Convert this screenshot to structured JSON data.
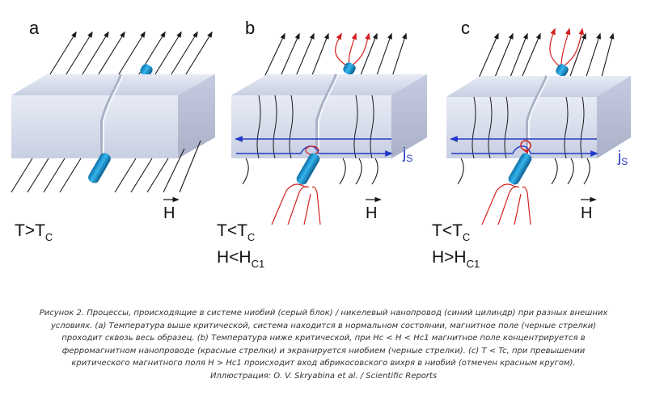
{
  "panels": [
    {
      "label": "a",
      "conditions": [
        {
          "main": "T>T",
          "sub": "C"
        }
      ],
      "field_label": "H",
      "current_label": null
    },
    {
      "label": "b",
      "conditions": [
        {
          "main": "T<T",
          "sub": "C"
        },
        {
          "main": "H<H",
          "sub": "C1"
        }
      ],
      "field_label": "H",
      "current_label": {
        "main": "j",
        "sub": "S"
      }
    },
    {
      "label": "c",
      "conditions": [
        {
          "main": "T<T",
          "sub": "C"
        },
        {
          "main": "H>H",
          "sub": "C1"
        }
      ],
      "field_label": "H",
      "current_label": {
        "main": "j",
        "sub": "S"
      }
    }
  ],
  "colors": {
    "block_top": "#d3d9ea",
    "block_side": "#bcc3d8",
    "nanowire": "#1e9fd8",
    "field_black": "#1a1a1a",
    "field_red": "#d42020",
    "current_blue": "#2238c8"
  },
  "caption": {
    "lines": [
      "Рисунок 2. Процессы, происходящие в системе ниобий (серый блок) / никелевый нанопровод (синий цилиндр) при разных внешних",
      "условиях. (a) Температура выше критической, система находится в нормальном состоянии, магнитное поле (черные стрелки)",
      "проходит сквозь весь образец. (b) Температура ниже критической, при Hc < H < Hc1 магнитное поле концентрируется в",
      "ферромагнитном нанопроводе (красные стрелки) и экранируется ниобием (черные стрелки). (c) T < Tc, при превышении",
      "критического магнитного поля H > Hc1 происходит вход абрикосовского вихря в ниобий (отмечен красным кругом).",
      "Иллюстрация: O. V. Skryabina et al. / Scientific Reports"
    ]
  }
}
